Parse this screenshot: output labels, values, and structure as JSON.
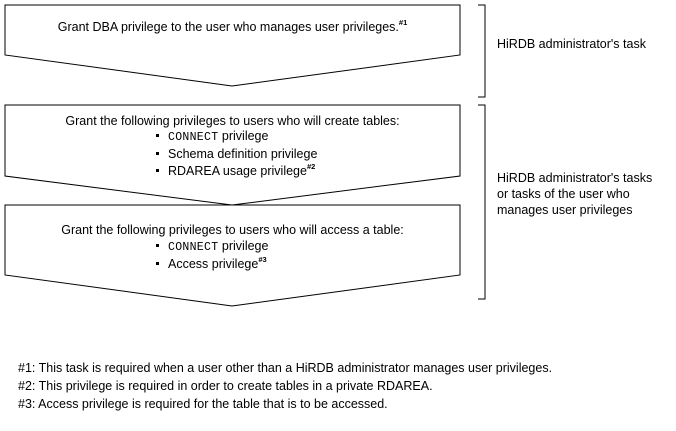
{
  "step1": {
    "text": "Grant DBA privilege to the user who manages user privileges.",
    "note_ref": "#1"
  },
  "step2": {
    "title": "Grant the following privileges to users who will create tables:",
    "items": [
      {
        "code": "CONNECT",
        "text": " privilege",
        "note_ref": ""
      },
      {
        "code": "",
        "text": "Schema definition privilege",
        "note_ref": ""
      },
      {
        "code": "",
        "text": "RDAREA usage privilege",
        "note_ref": "#2"
      }
    ]
  },
  "step3": {
    "title": "Grant the following privileges to users who will access  a table:",
    "items": [
      {
        "code": "CONNECT",
        "text": " privilege",
        "note_ref": ""
      },
      {
        "code": "",
        "text": "Access privilege",
        "note_ref": "#3"
      }
    ]
  },
  "bracket_labels": {
    "top": "HiRDB administrator's task",
    "bottom_lines": [
      "HiRDB administrator's tasks",
      "or tasks of the user who",
      "manages user privileges"
    ]
  },
  "notes": [
    "#1: This task is required when a user other than a HiRDB administrator manages user privileges.",
    "#2: This privilege is required in order to create tables in a private RDAREA.",
    "#3: Access privilege is required for the table that is to be accessed."
  ]
}
